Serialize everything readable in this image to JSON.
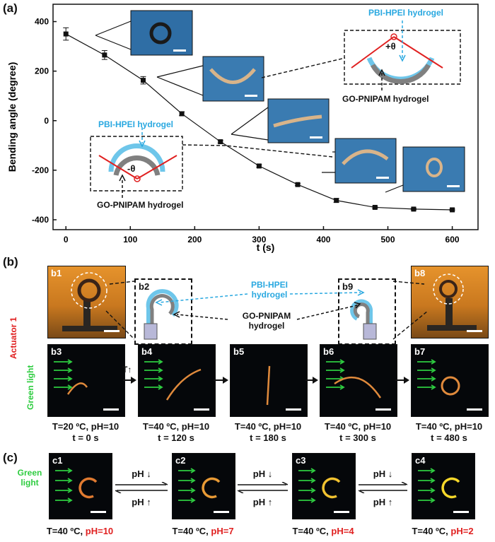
{
  "panel_a": {
    "label": "(a)",
    "chart_data": {
      "type": "line",
      "xlabel": "t (s)",
      "ylabel": "Bending angle (degree)",
      "xlim": [
        -20,
        640
      ],
      "ylim": [
        -440,
        470
      ],
      "xticks": [
        0,
        100,
        200,
        300,
        400,
        500,
        600
      ],
      "yticks": [
        400,
        200,
        0,
        -200,
        -400
      ],
      "x": [
        0,
        60,
        120,
        180,
        240,
        300,
        360,
        420,
        480,
        540,
        600
      ],
      "y": [
        350,
        265,
        163,
        28,
        -85,
        -183,
        -258,
        -322,
        -350,
        -357,
        -360
      ],
      "yerr": [
        25,
        18,
        15,
        8,
        5,
        5,
        4,
        8,
        4,
        3,
        3
      ],
      "grid": false,
      "legend": "none"
    },
    "annotations": {
      "pbi_hpei": "PBI-HPEI hydrogel",
      "go_pnipam": "GO-PNIPAM hydrogel",
      "plus_theta": "+θ",
      "minus_theta": "-θ"
    }
  },
  "panel_b": {
    "label": "(b)",
    "actuator_label": "Actuator 1",
    "green_light": "Green light",
    "pbi_hpei": "PBI-HPEI\nhydrogel",
    "go_pnipam": "GO-PNIPAM\nhydrogel",
    "t_up": "T↑",
    "sublabels": {
      "b1": "b1",
      "b2": "b2",
      "b3": "b3",
      "b4": "b4",
      "b5": "b5",
      "b6": "b6",
      "b7": "b7",
      "b8": "b8",
      "b9": "b9"
    },
    "captions": [
      {
        "cond": "T=20 ºC, pH=10",
        "time": "t = 0 s"
      },
      {
        "cond": "T=40 ºC, pH=10",
        "time": "t = 120 s"
      },
      {
        "cond": "T=40 ºC, pH=10",
        "time": "t = 180 s"
      },
      {
        "cond": "T=40 ºC, pH=10",
        "time": "t = 300 s"
      },
      {
        "cond": "T=40 ºC, pH=10",
        "time": "t = 480 s"
      }
    ]
  },
  "panel_c": {
    "label": "(c)",
    "green_light": "Green\nlight",
    "ph_down": "pH ↓",
    "ph_up": "pH ↑",
    "sublabels": [
      "c1",
      "c2",
      "c3",
      "c4"
    ],
    "captions": [
      {
        "prefix": "T=40 ºC, ",
        "ph": "pH=10"
      },
      {
        "prefix": "T=40 ºC, ",
        "ph": "pH=7"
      },
      {
        "prefix": "T=40 ºC, ",
        "ph": "pH=4"
      },
      {
        "prefix": "T=40 ºC, ",
        "ph": "pH=2"
      }
    ]
  },
  "colors": {
    "pbi": "#29a8e0",
    "go": "#808080",
    "red": "#e02020",
    "green": "#2ecc40",
    "orange_gel": "#e08a3c"
  }
}
